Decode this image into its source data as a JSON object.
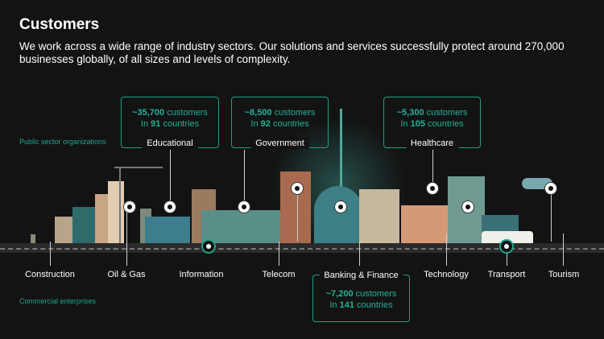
{
  "title": "Customers",
  "intro": "We work across a wide range of industry sectors. Our solutions and services successfully protect around 270,000 businesses globally, of all sizes and levels of complexity.",
  "public_sector_label": "Public sector organizations",
  "commercial_label": "Commercial enterprises",
  "public_sectors": [
    {
      "name": "Educational",
      "customers": "~35,700",
      "customers_word": "customers",
      "countries_prefix": "In",
      "countries": "91",
      "countries_word": "countries"
    },
    {
      "name": "Government",
      "customers": "~8,500",
      "customers_word": "customers",
      "countries_prefix": "In",
      "countries": "92",
      "countries_word": "countries"
    },
    {
      "name": "Healthcare",
      "customers": "~5,300",
      "customers_word": "customers",
      "countries_prefix": "In",
      "countries": "105",
      "countries_word": "countries"
    }
  ],
  "commercial_sectors": [
    "Construction",
    "Oil & Gas",
    "Information",
    "Telecom",
    "Banking & Finance",
    "Technology",
    "Transport",
    "Tourism"
  ],
  "banking_box": {
    "customers": "~7,200",
    "customers_word": "customers",
    "countries_prefix": "In",
    "countries": "141",
    "countries_word": "countries"
  },
  "colors": {
    "accent": "#1fa58a",
    "background": "#131313"
  }
}
